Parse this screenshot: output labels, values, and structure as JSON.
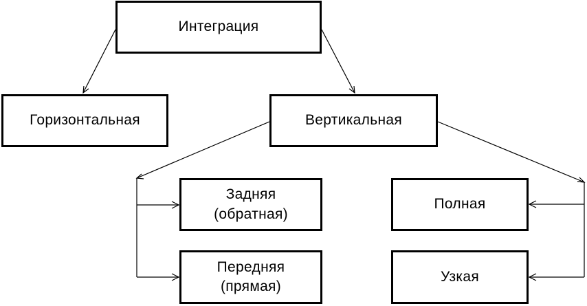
{
  "nodes": {
    "integration": "Интеграция",
    "horizontal": "Горизонтальная",
    "vertical": "Вертикальная",
    "backward": "Задняя\n(обратная)",
    "forward": "Передняя\n(прямая)",
    "full": "Полная",
    "narrow": "Узкая"
  },
  "edges": [
    {
      "from": "integration",
      "to": "horizontal"
    },
    {
      "from": "integration",
      "to": "vertical"
    },
    {
      "from": "vertical",
      "to": "backward"
    },
    {
      "from": "vertical",
      "to": "forward"
    },
    {
      "from": "vertical",
      "to": "full"
    },
    {
      "from": "vertical",
      "to": "narrow"
    }
  ],
  "colors": {
    "line": "#000000",
    "box_border": "#000000",
    "background": "#ffffff"
  }
}
